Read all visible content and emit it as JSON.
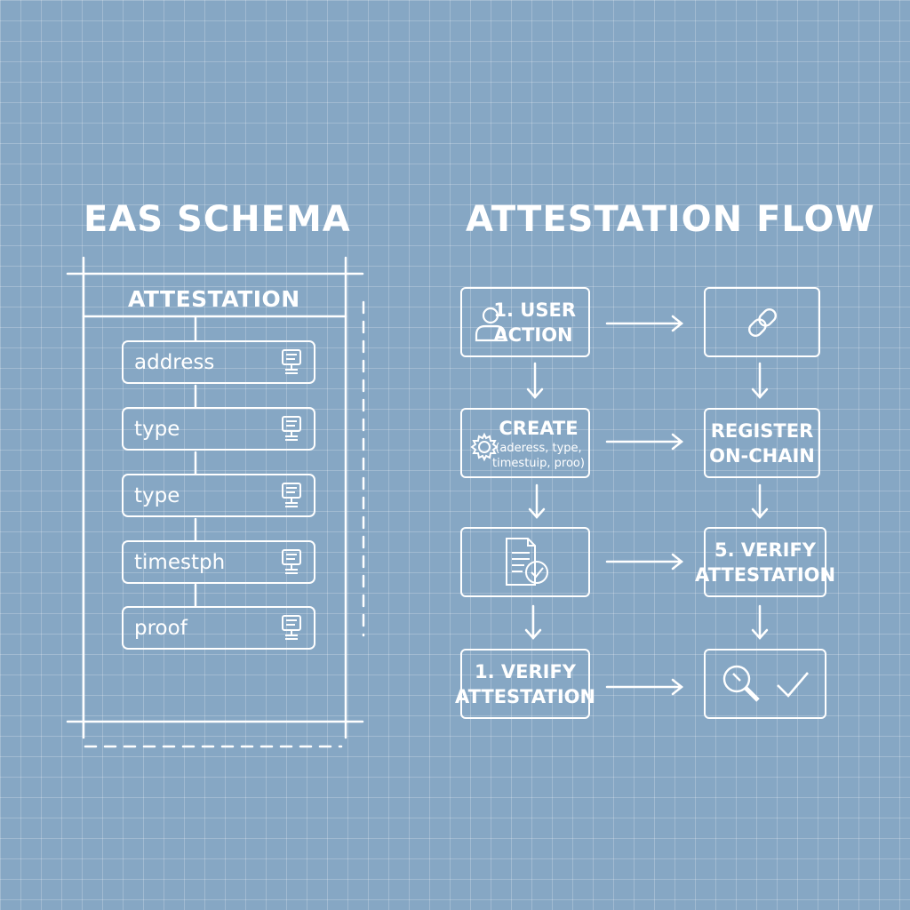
{
  "schema": {
    "title": "EAS SCHEMA",
    "header": "ATTESTATION",
    "fields": [
      "address",
      "type",
      "type",
      "timestph",
      "proof"
    ]
  },
  "flow": {
    "title": "ATTESTATION FLOW",
    "user_action": "1. USER\nACTION",
    "create_label": "CREATE",
    "create_sub": "(aderess, type,\ntimestuip, proo)",
    "register_label": "REGISTER\nON-CHAIN",
    "verify_right_label": "5. VERIFY\nATTESTATION",
    "verify_left_label": "1. VERIFY\nATTESTATION"
  },
  "icons": {
    "user": "user-icon",
    "chain": "chain-link-icon",
    "gear": "gear-icon",
    "document_check": "document-check-icon",
    "magnifier": "magnifier-icon",
    "checkmark": "checkmark-icon",
    "field": "form-field-icon"
  },
  "colors": {
    "background": "#86a7c4",
    "grid": "#a9c1d6",
    "line": "#ffffff"
  }
}
